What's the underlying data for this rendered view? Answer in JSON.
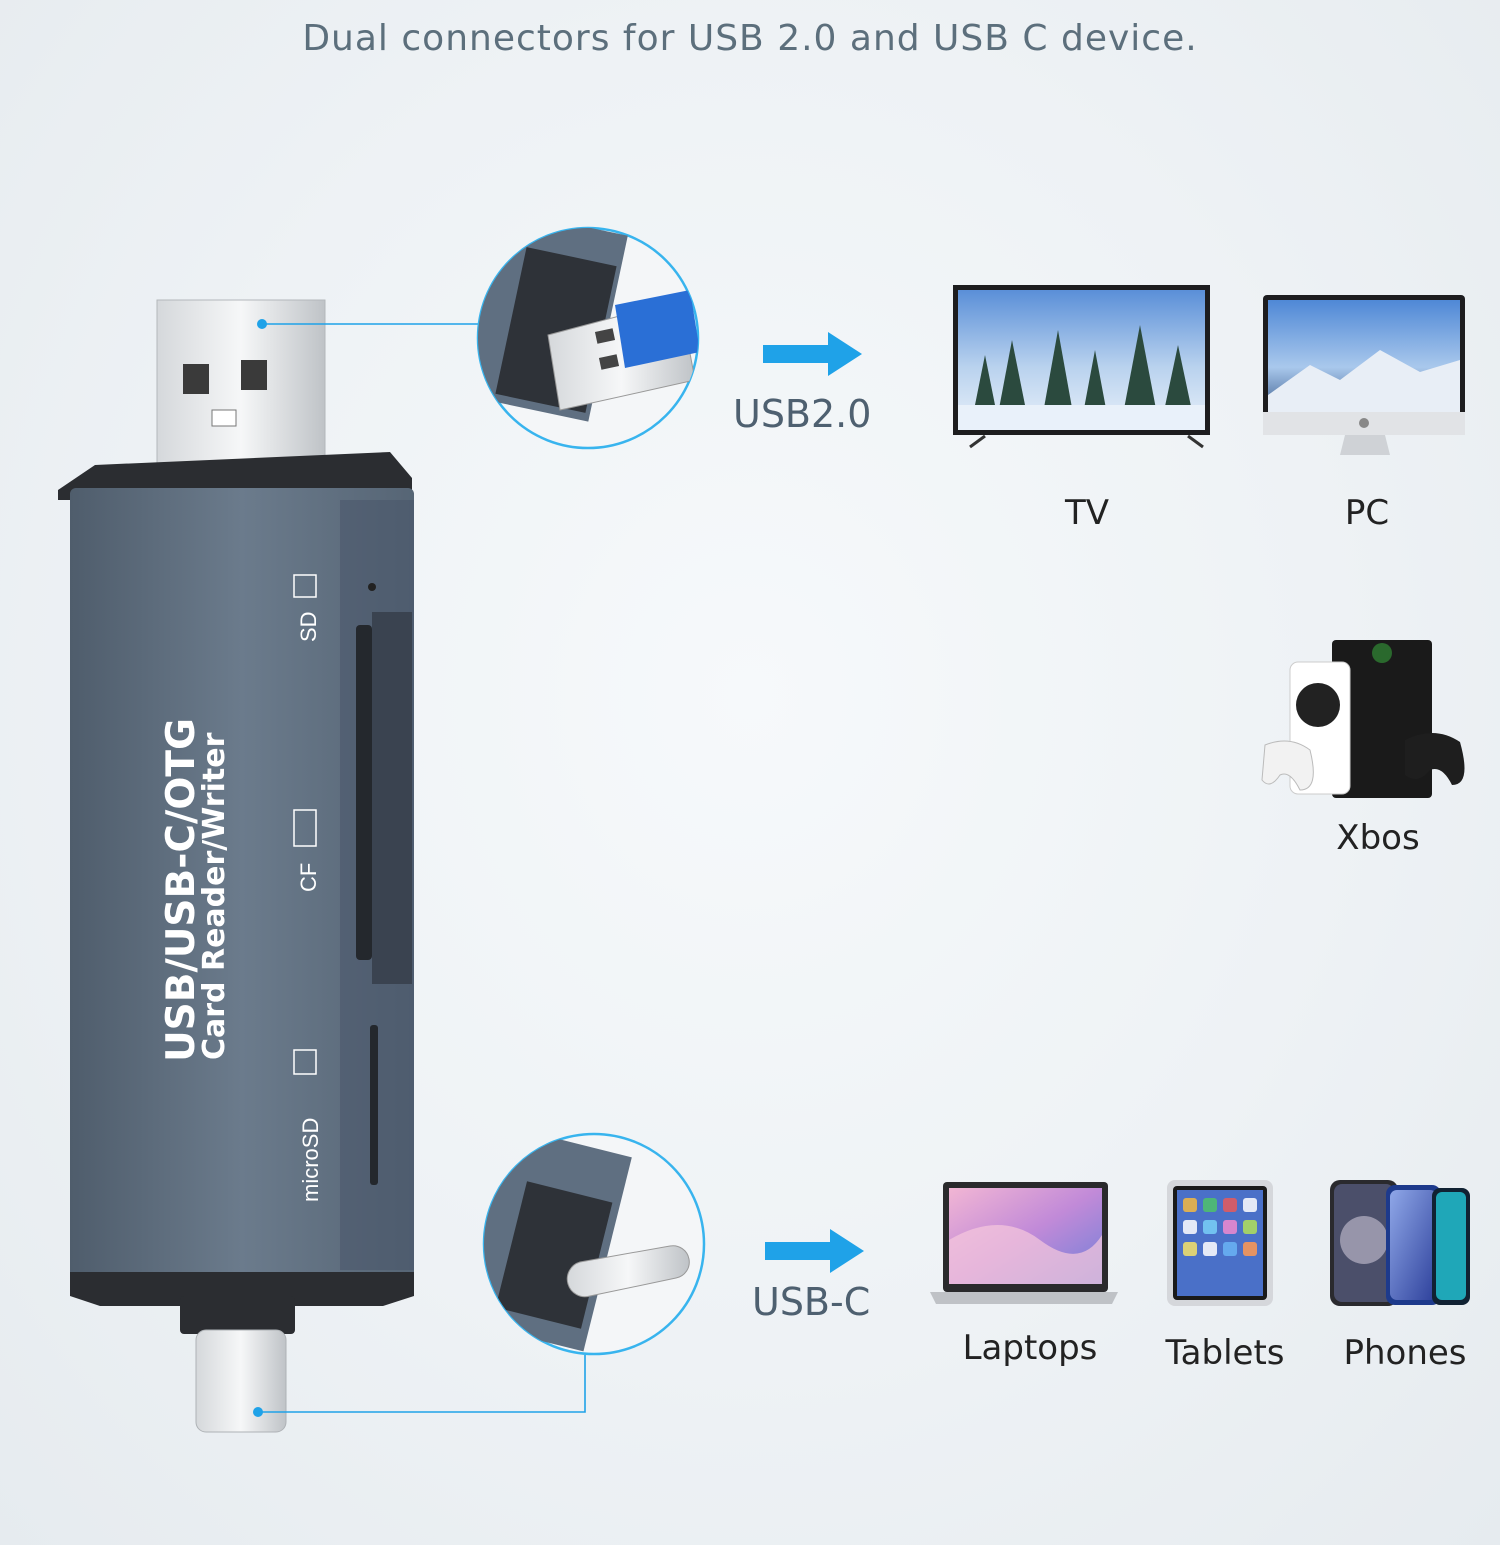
{
  "headline": "Dual connectors for USB 2.0 and USB C device.",
  "reader": {
    "title_line1": "USB/USB-C/OTG",
    "title_line2": "Card Reader/Writer",
    "slot_sd": "SD",
    "slot_cf": "CF",
    "slot_microsd": "microSD"
  },
  "connectors": {
    "usb_a_label": "USB2.0",
    "usb_c_label": "USB-C"
  },
  "devices": {
    "tv": "TV",
    "pc": "PC",
    "xbox": "Xbos",
    "laptops": "Laptops",
    "tablets": "Tablets",
    "phones": "Phones"
  },
  "colors": {
    "accent": "#1fa2e8",
    "body": "#5d6d7e",
    "text": "#222222"
  }
}
